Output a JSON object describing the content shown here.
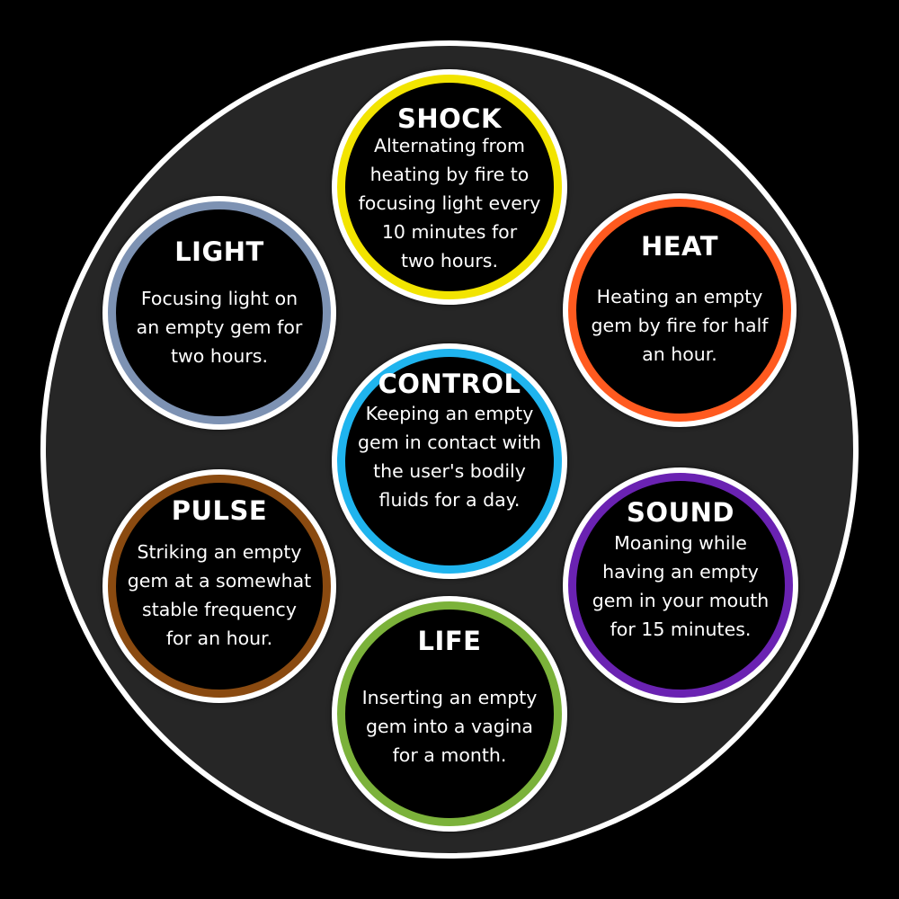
{
  "colors": {
    "background": "#000000",
    "disc": "#262626",
    "disc_border": "#ffffff",
    "gem_fill": "#000000",
    "text": "#ffffff"
  },
  "gems": [
    {
      "key": "shock",
      "title": "SHOCK",
      "ring_color": "#f2e400",
      "lines": [
        "Alternating from",
        "heating by fire to",
        "focusing light every",
        "10 minutes for",
        "two hours."
      ]
    },
    {
      "key": "light",
      "title": "LIGHT",
      "ring_color": "#7d92b3",
      "lines": [
        "Focusing light on",
        "an empty gem for",
        "two hours."
      ]
    },
    {
      "key": "heat",
      "title": "HEAT",
      "ring_color": "#ff5a1f",
      "lines": [
        "Heating an empty",
        "gem by fire for half",
        "an hour."
      ]
    },
    {
      "key": "control",
      "title": "CONTROL",
      "ring_color": "#1fb4ee",
      "lines": [
        "Keeping an empty",
        "gem in contact with",
        "the user's bodily",
        "fluids for a day."
      ]
    },
    {
      "key": "pulse",
      "title": "PULSE",
      "ring_color": "#8a4a10",
      "lines": [
        "Striking an empty",
        "gem at a somewhat",
        "stable frequency",
        "for an hour."
      ]
    },
    {
      "key": "sound",
      "title": "SOUND",
      "ring_color": "#6a22b2",
      "lines": [
        "Moaning while",
        "having an empty",
        "gem in your mouth",
        "for 15 minutes."
      ]
    },
    {
      "key": "life",
      "title": "LIFE",
      "ring_color": "#7bb23a",
      "lines": [
        "Inserting an empty",
        "gem into a vagina",
        "for a month."
      ]
    }
  ]
}
